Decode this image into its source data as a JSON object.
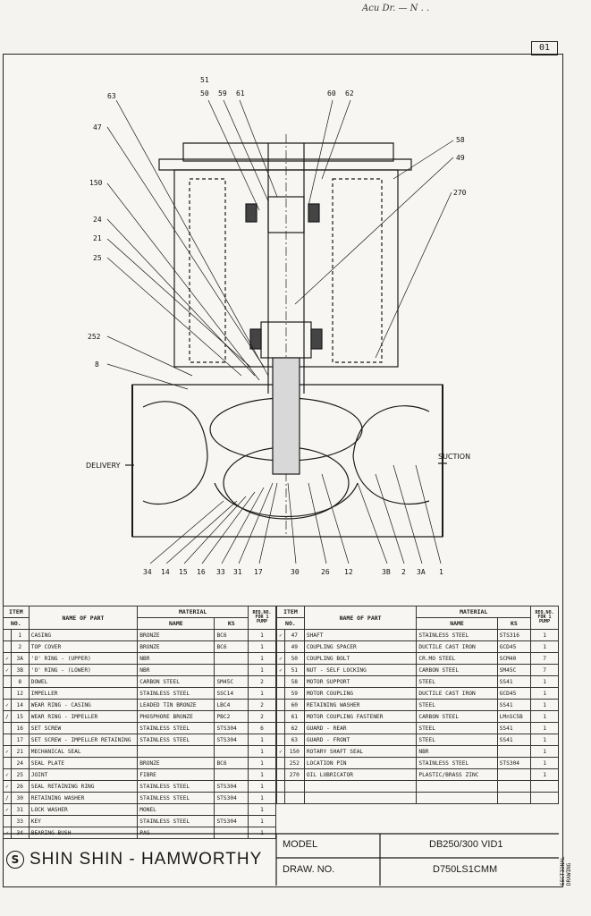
{
  "sheet": {
    "number": "01",
    "scribble": "Acu Dr. —  N  .  ."
  },
  "drawing": {
    "callouts_top": [
      "63",
      "51",
      "50",
      "59",
      "61",
      "60",
      "62",
      "47",
      "58",
      "49",
      "150",
      "270",
      "24",
      "21",
      "25",
      "252",
      "8"
    ],
    "callouts_bottom": [
      "34",
      "14",
      "15",
      "16",
      "33",
      "31",
      "17",
      "30",
      "26",
      "12",
      "3B",
      "2",
      "3A",
      "1"
    ],
    "label_delivery": "DELIVERY",
    "label_suction": "SUCTION"
  },
  "table": {
    "headers": {
      "item": "ITEM",
      "no": "NO.",
      "name": "NAME OF PART",
      "material": "MATERIAL",
      "mname": "NAME",
      "ks": "KS",
      "req": "REQ.NO. FOR 1 PUMP"
    },
    "left": [
      {
        "tick": "",
        "no": "1",
        "name": "CASING",
        "mat": "BRONZE",
        "ks": "BC6",
        "req": "1"
      },
      {
        "tick": "",
        "no": "2",
        "name": "TOP COVER",
        "mat": "BRONZE",
        "ks": "BC6",
        "req": "1"
      },
      {
        "tick": "✓",
        "no": "3A",
        "name": "'O' RING - (UPPER)",
        "mat": "NBR",
        "ks": "",
        "req": "1"
      },
      {
        "tick": "✓",
        "no": "3B",
        "name": "'O' RING - (LOWER)",
        "mat": "NBR",
        "ks": "",
        "req": "1"
      },
      {
        "tick": "",
        "no": "8",
        "name": "DOWEL",
        "mat": "CARBON STEEL",
        "ks": "SM45C",
        "req": "2"
      },
      {
        "tick": "",
        "no": "12",
        "name": "IMPELLER",
        "mat": "STAINLESS STEEL",
        "ks": "SSC14",
        "req": "1"
      },
      {
        "tick": "✓",
        "no": "14",
        "name": "WEAR RING - CASING",
        "mat": "LEADED TIN BRONZE",
        "ks": "LBC4",
        "req": "2"
      },
      {
        "tick": "/",
        "no": "15",
        "name": "WEAR RING - IMPELLER",
        "mat": "PHOSPHORE BRONZE",
        "ks": "PBC2",
        "req": "2"
      },
      {
        "tick": "",
        "no": "16",
        "name": "SET SCREW",
        "mat": "STAINLESS STEEL",
        "ks": "STS304",
        "req": "6"
      },
      {
        "tick": "",
        "no": "17",
        "name": "SET SCREW - IMPELLER RETAINING",
        "mat": "STAINLESS STEEL",
        "ks": "STS304",
        "req": "1"
      },
      {
        "tick": "✓",
        "no": "21",
        "name": "MECHANICAL SEAL",
        "mat": "",
        "ks": "",
        "req": "1"
      },
      {
        "tick": "",
        "no": "24",
        "name": "SEAL PLATE",
        "mat": "BRONZE",
        "ks": "BC6",
        "req": "1"
      },
      {
        "tick": "✓",
        "no": "25",
        "name": "JOINT",
        "mat": "FIBRE",
        "ks": "",
        "req": "1"
      },
      {
        "tick": "✓",
        "no": "26",
        "name": "SEAL RETAINING RING",
        "mat": "STAINLESS STEEL",
        "ks": "STS304",
        "req": "1"
      },
      {
        "tick": "/",
        "no": "30",
        "name": "RETAINING WASHER",
        "mat": "STAINLESS STEEL",
        "ks": "STS304",
        "req": "1"
      },
      {
        "tick": "✓",
        "no": "31",
        "name": "LOCK WASHER",
        "mat": "MONEL",
        "ks": "",
        "req": "1"
      },
      {
        "tick": "",
        "no": "33",
        "name": "KEY",
        "mat": "STAINLESS STEEL",
        "ks": "STS304",
        "req": "1"
      },
      {
        "tick": "✓",
        "no": "34",
        "name": "BEARING BUSH",
        "mat": "PAG",
        "ks": "",
        "req": "1"
      }
    ],
    "right": [
      {
        "tick": "✓",
        "no": "47",
        "name": "SHAFT",
        "mat": "STAINLESS STEEL",
        "ks": "STS316",
        "req": "1"
      },
      {
        "tick": "",
        "no": "49",
        "name": "COUPLING SPACER",
        "mat": "DUCTILE CAST IRON",
        "ks": "GCD45",
        "req": "1"
      },
      {
        "tick": "✓",
        "no": "50",
        "name": "COUPLING BOLT",
        "mat": "CR.MO STEEL",
        "ks": "SCM40",
        "req": "7"
      },
      {
        "tick": "✓",
        "no": "51",
        "name": "NUT - SELF LOCKING",
        "mat": "CARBON STEEL",
        "ks": "SM45C",
        "req": "7"
      },
      {
        "tick": "",
        "no": "58",
        "name": "MOTOR SUPPORT",
        "mat": "STEEL",
        "ks": "SS41",
        "req": "1"
      },
      {
        "tick": "",
        "no": "59",
        "name": "MOTOR COUPLING",
        "mat": "DUCTILE CAST IRON",
        "ks": "GCD45",
        "req": "1"
      },
      {
        "tick": "",
        "no": "60",
        "name": "RETAINING WASHER",
        "mat": "STEEL",
        "ks": "SS41",
        "req": "1"
      },
      {
        "tick": "",
        "no": "61",
        "name": "MOTOR COUPLING FASTENER",
        "mat": "CARBON STEEL",
        "ks": "LMnSC5B",
        "req": "1"
      },
      {
        "tick": "",
        "no": "62",
        "name": "GUARD - REAR",
        "mat": "STEEL",
        "ks": "SS41",
        "req": "1"
      },
      {
        "tick": "",
        "no": "63",
        "name": "GUARD - FRONT",
        "mat": "STEEL",
        "ks": "SS41",
        "req": "1"
      },
      {
        "tick": "✓",
        "no": "150",
        "name": "ROTARY SHAFT SEAL",
        "mat": "NBR",
        "ks": "",
        "req": "1"
      },
      {
        "tick": "",
        "no": "252",
        "name": "LOCATION PIN",
        "mat": "STAINLESS STEEL",
        "ks": "STS304",
        "req": "1"
      },
      {
        "tick": "",
        "no": "270",
        "name": "OIL LUBRICATOR",
        "mat": "PLASTIC/BRASS ZINC",
        "ks": "",
        "req": "1"
      },
      {
        "tick": "",
        "no": "",
        "name": "",
        "mat": "",
        "ks": "",
        "req": ""
      },
      {
        "tick": "",
        "no": "",
        "name": "",
        "mat": "",
        "ks": "",
        "req": ""
      }
    ]
  },
  "titleblock": {
    "company": "SHIN SHIN - HAMWORTHY",
    "logo_glyph": "S",
    "model_label": "MODEL",
    "model_value": "DB250/300 VID1",
    "draw_label": "DRAW. NO.",
    "draw_value": "D750LS1CMM",
    "side_note": "SECTIONAL DRAWING"
  }
}
